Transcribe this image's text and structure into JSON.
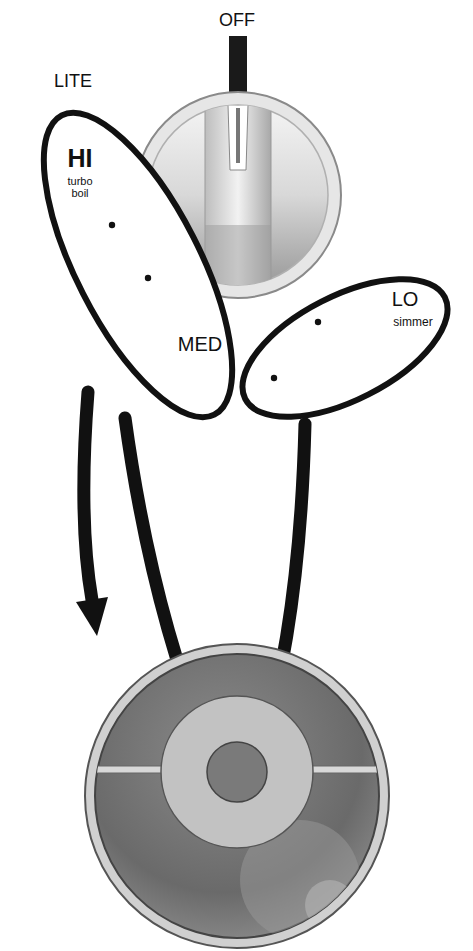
{
  "diagram": {
    "nodes": [
      {
        "text": [
          "HI",
          "turbo boil",
          "MED"
        ]
      },
      {
        "text": [
          "LO",
          "simmer"
        ]
      }
    ],
    "labels": [
      "OFF",
      "LITE"
    ]
  }
}
